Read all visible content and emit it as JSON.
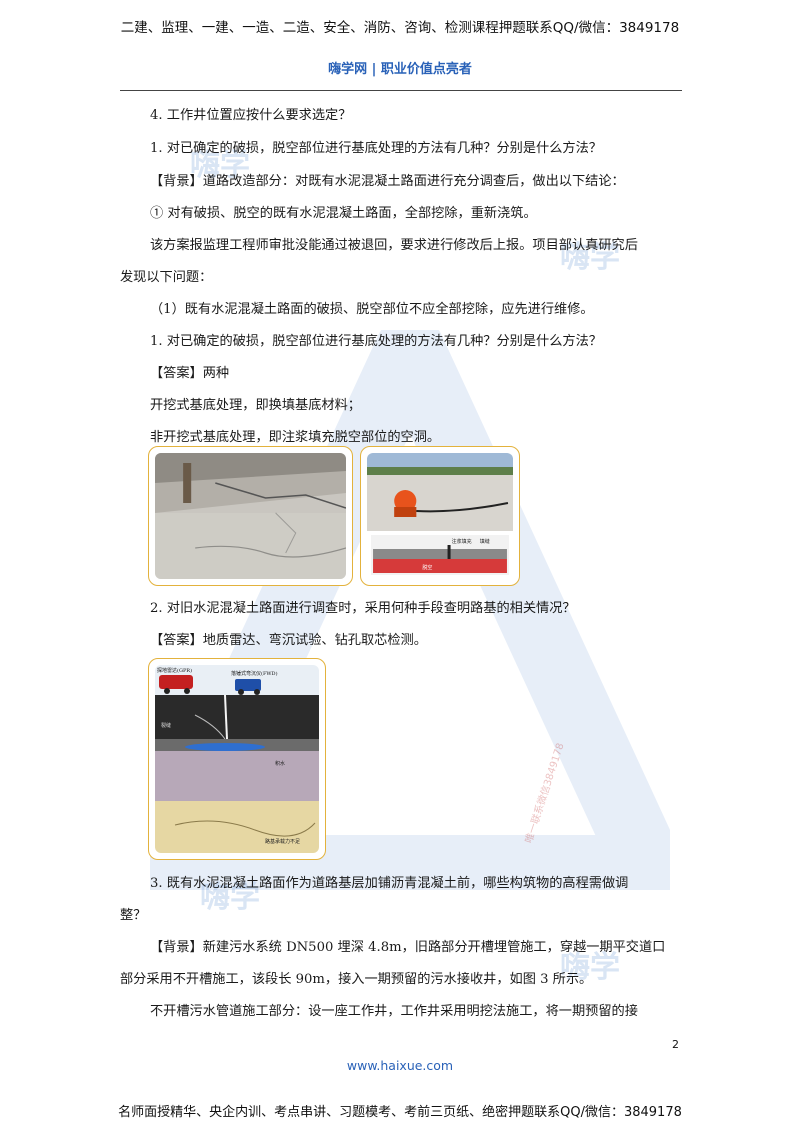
{
  "banner": {
    "top": "二建、监理、一建、一造、二造、安全、消防、咨询、检测课程押题联系QQ/微信：3849178",
    "bottom": "名师面授精华、央企内训、考点串讲、习题模考、考前三页纸、绝密押题联系QQ/微信：3849178"
  },
  "header": {
    "site": "嗨学网 | 职业价值点亮者"
  },
  "footer": {
    "page_number": "2",
    "url": "www.haixue.com"
  },
  "watermark": {
    "brand": "嗨学",
    "contact": "唯一联系微信3849178"
  },
  "content": {
    "l1": "4. 工作井位置应按什么要求选定？",
    "l2": "1. 对已确定的破损，脱空部位进行基底处理的方法有几种？分别是什么方法？",
    "l3": "【背景】道路改造部分：对既有水泥混凝土路面进行充分调查后，做出以下结论：",
    "l4": "① 对有破损、脱空的既有水泥混凝土路面，全部挖除，重新浇筑。",
    "l5": "该方案报监理工程师审批没能通过被退回，要求进行修改后上报。项目部认真研究后",
    "l6": "发现以下问题：",
    "l7": "（1）既有水泥混凝土路面的破损、脱空部位不应全部挖除，应先进行维修。",
    "l8": "1. 对已确定的破损，脱空部位进行基底处理的方法有几种？分别是什么方法？",
    "l9": "【答案】两种",
    "l10": "开挖式基底处理，即换填基底材料；",
    "l11": "非开挖式基底处理，即注浆填充脱空部位的空洞。",
    "l12": "2. 对旧水泥混凝土路面进行调查时，采用何种手段查明路基的相关情况？",
    "l13": "【答案】地质雷达、弯沉试验、钻孔取芯检测。",
    "l14": "3. 既有水泥混凝土路面作为道路基层加铺沥青混凝土前，哪些构筑物的高程需做调",
    "l15": "整？",
    "l16": "【背景】新建污水系统 DN500 埋深 4.8m，旧路部分开槽埋管施工，穿越一期平交道口",
    "l17": "部分采用不开槽施工，该段长 90m，接入一期预留的污水接收井，如图 3 所示。",
    "l18": "不开槽污水管道施工部分：设一座工作井，工作井采用明挖法施工，将一期预留的接"
  },
  "figures": {
    "grout_labels": {
      "a": "注浆填充",
      "b": "填缝",
      "c": "脱空"
    },
    "survey_labels": {
      "gpr": "探地雷达(GPR)",
      "fwd": "落锤式弯沉仪(FWD)",
      "layer1": "裂缝",
      "layer2": "积水",
      "layer3": "路基承载力不足"
    }
  },
  "colors": {
    "accent": "#2a62b8",
    "frame": "#e3b23c"
  }
}
